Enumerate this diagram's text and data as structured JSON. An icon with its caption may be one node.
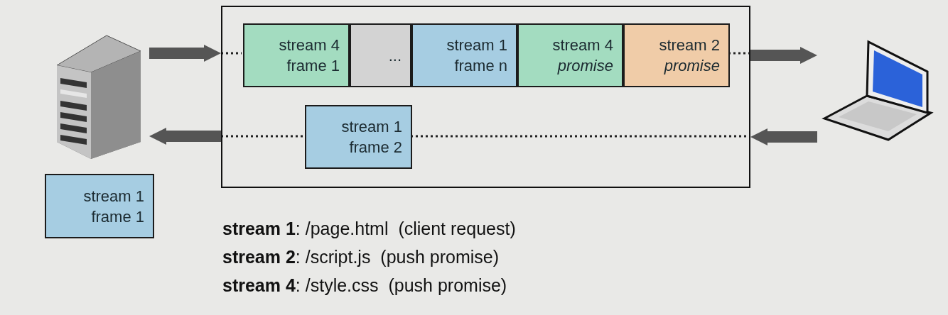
{
  "diagram": {
    "nodes": [
      {
        "text": [],
        "shape": "picture"
      },
      {
        "text": [
          "stream 1 frame 1"
        ]
      },
      {
        "text": [],
        "shape": "box"
      },
      {
        "text": [
          "stream 4 frame 1"
        ],
        "in": 2
      },
      {
        "text": [
          "..."
        ],
        "in": 2
      },
      {
        "text": [
          "stream 1 frame n"
        ],
        "in": 2
      },
      {
        "text": [
          "stream 4 *promise*"
        ],
        "in": 2
      },
      {
        "text": [
          "stream 2 *promise*"
        ],
        "in": 2
      },
      {
        "text": [
          "stream 1 frame 2"
        ],
        "in": 2
      },
      {
        "text": [],
        "shape": "picture"
      }
    ],
    "edges": [
      {
        "from": 0,
        "to": 2,
        "arrow": "to"
      },
      {
        "from": 2,
        "to": 9,
        "arrow": "to"
      },
      {
        "from": 9,
        "to": 2,
        "arrow": "to"
      },
      {
        "from": 2,
        "to": 0,
        "arrow": "to"
      }
    ],
    "labels": [
      "**stream 1**: /page.html  (client request)",
      "**stream 2**: /script.js  (push promise)",
      "**stream 4**: /style.css  (push promise)"
    ]
  }
}
